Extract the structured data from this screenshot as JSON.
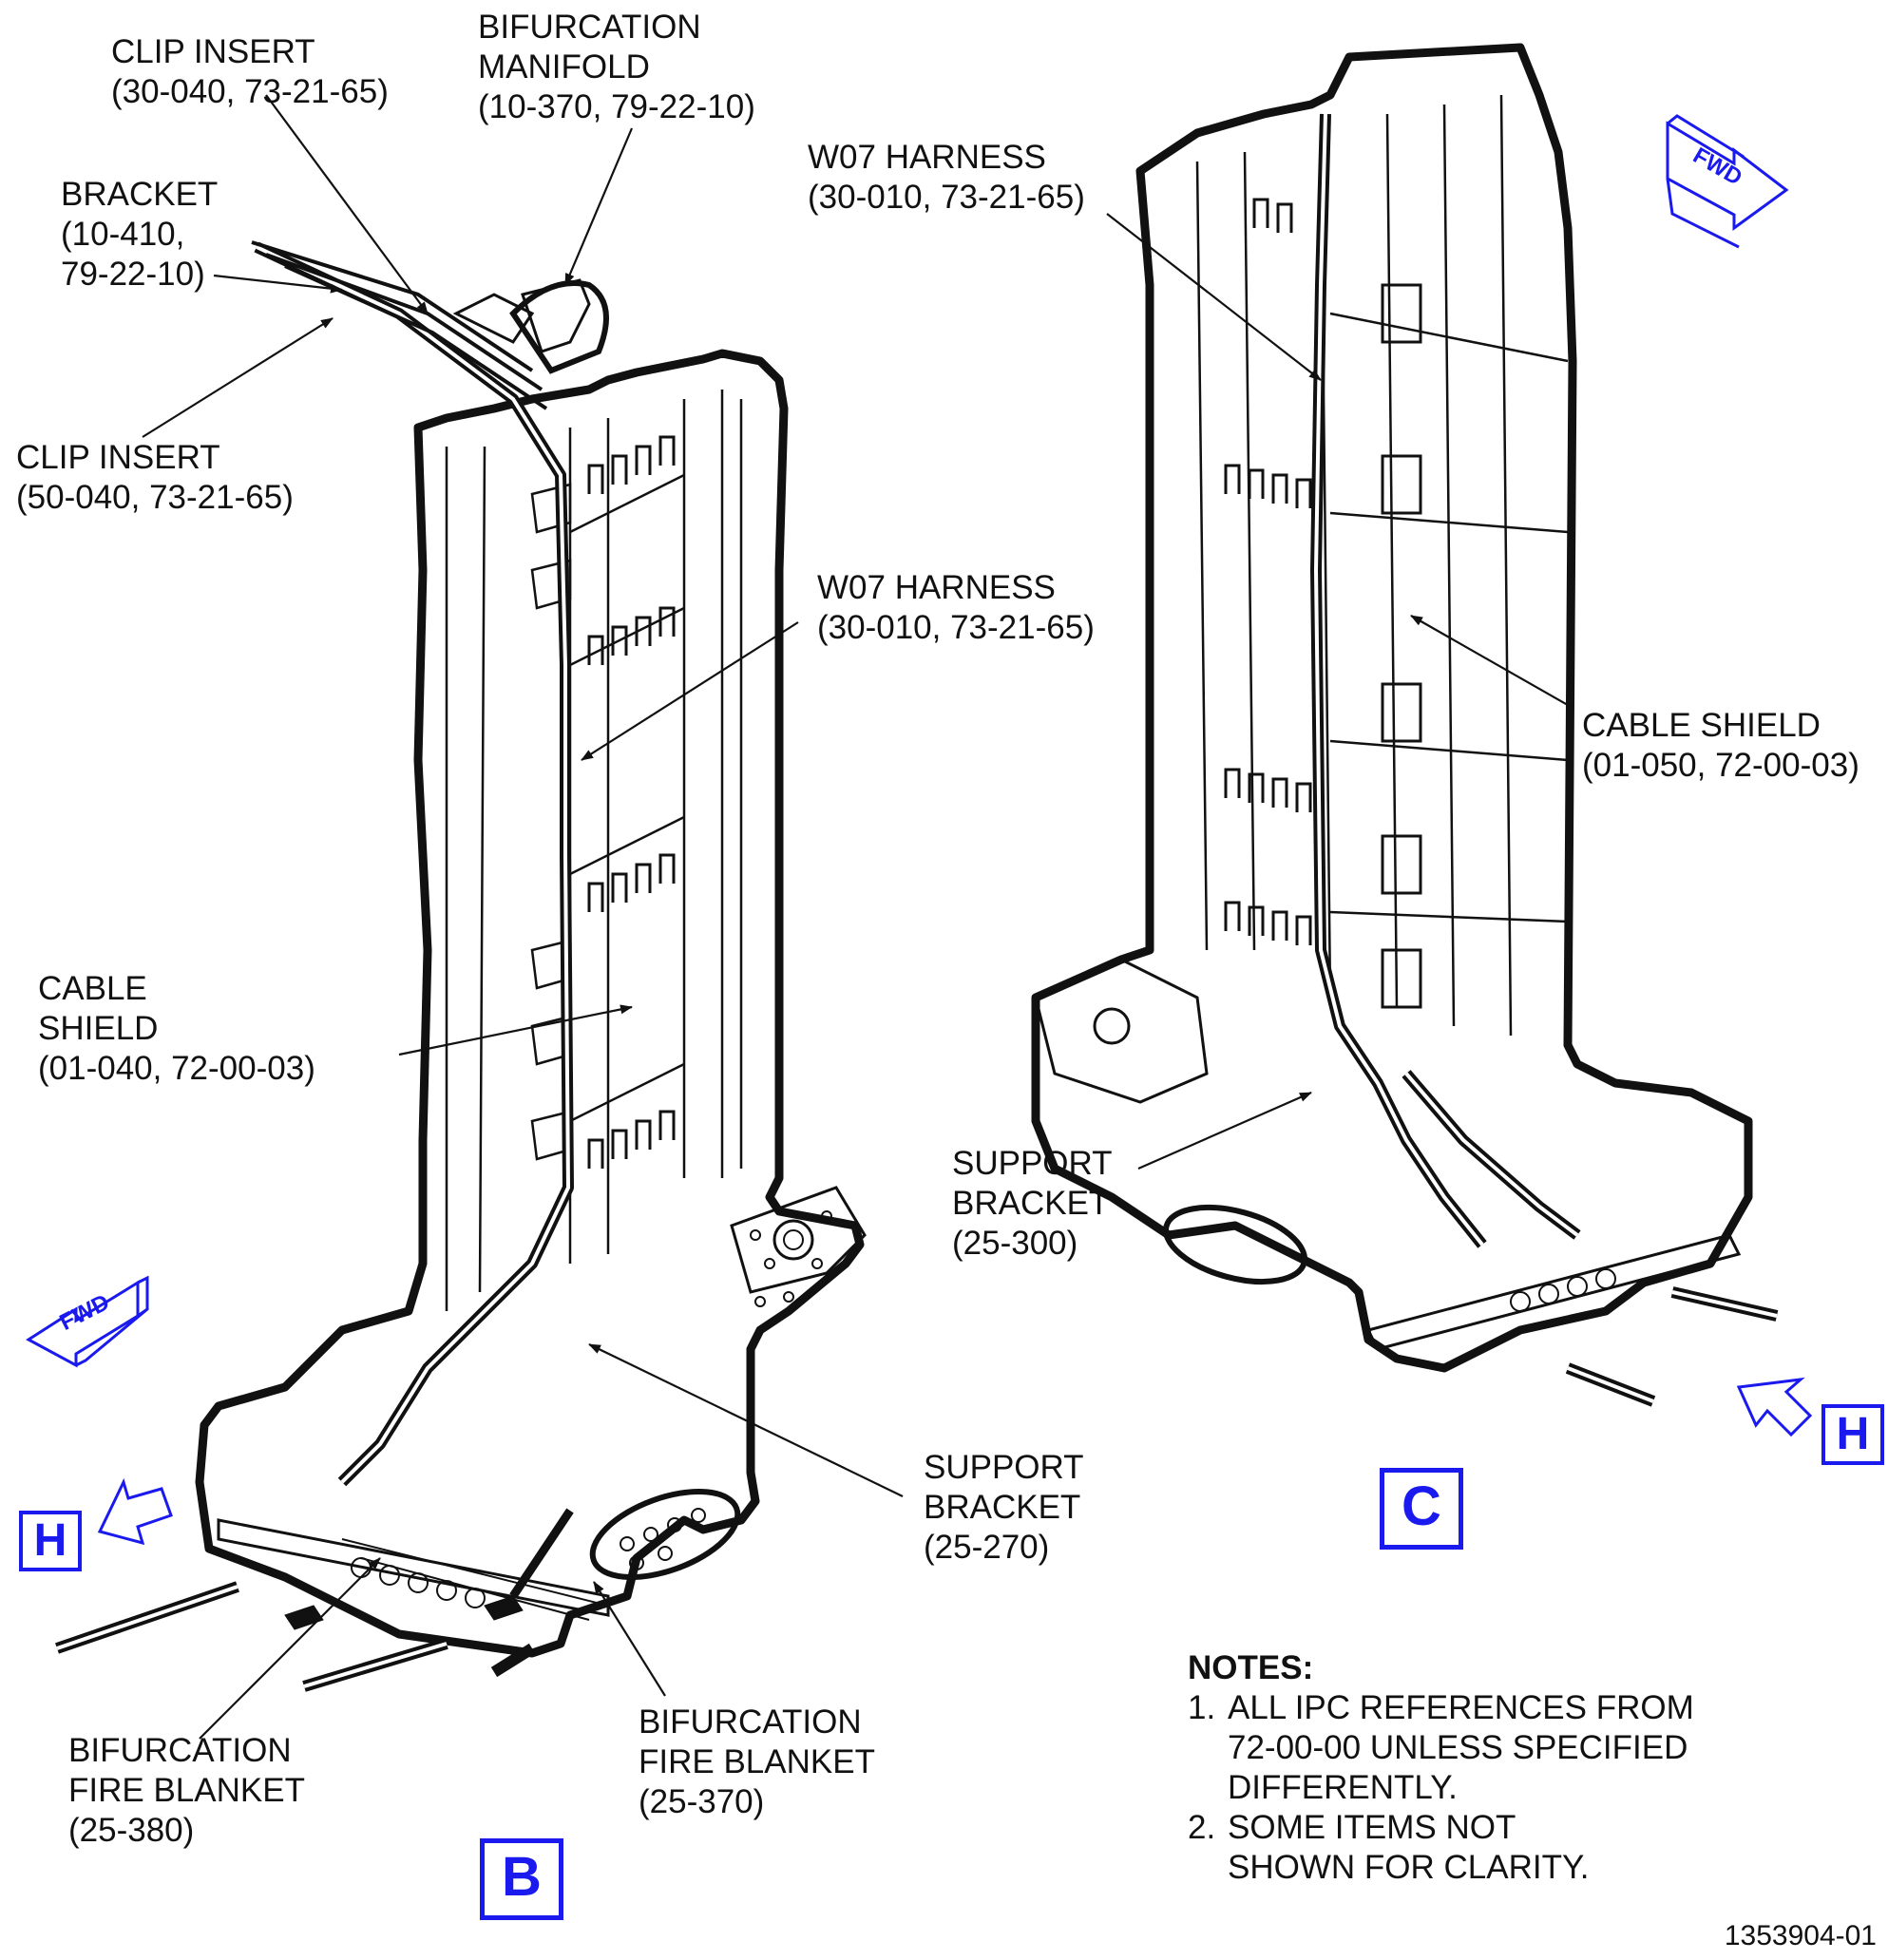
{
  "view_b": {
    "letter": "B",
    "view_marker": "H",
    "fwd_label": "FWD",
    "labels": {
      "clip_insert_top": "CLIP INSERT\n(30-040, 73-21-65)",
      "bifurcation_manifold": "BIFURCATION\nMANIFOLD\n(10-370, 79-22-10)",
      "bracket": "BRACKET\n(10-410,\n79-22-10)",
      "clip_insert_lower": "CLIP INSERT\n(50-040, 73-21-65)",
      "w07_harness": "W07 HARNESS\n(30-010, 73-21-65)",
      "cable_shield": "CABLE\nSHIELD\n(01-040, 72-00-03)",
      "support_bracket": "SUPPORT\nBRACKET\n(25-270)",
      "fire_blanket_380": "BIFURCATION\nFIRE BLANKET\n(25-380)",
      "fire_blanket_370": "BIFURCATION\nFIRE BLANKET\n(25-370)"
    }
  },
  "view_c": {
    "letter": "C",
    "view_marker": "H",
    "fwd_label": "FWD",
    "labels": {
      "w07_harness": "W07 HARNESS\n(30-010, 73-21-65)",
      "cable_shield": "CABLE SHIELD\n(01-050, 72-00-03)",
      "support_bracket": "SUPPORT\nBRACKET\n(25-300)"
    }
  },
  "notes": {
    "title": "NOTES:",
    "items": [
      {
        "num": "1.",
        "text": "ALL IPC REFERENCES FROM\n72-00-00 UNLESS SPECIFIED\nDIFFERENTLY."
      },
      {
        "num": "2.",
        "text": "SOME ITEMS NOT\nSHOWN FOR CLARITY."
      }
    ]
  },
  "document_id": "1353904-01",
  "colors": {
    "ink": "#111111",
    "marker_blue": "#1a1aee"
  }
}
